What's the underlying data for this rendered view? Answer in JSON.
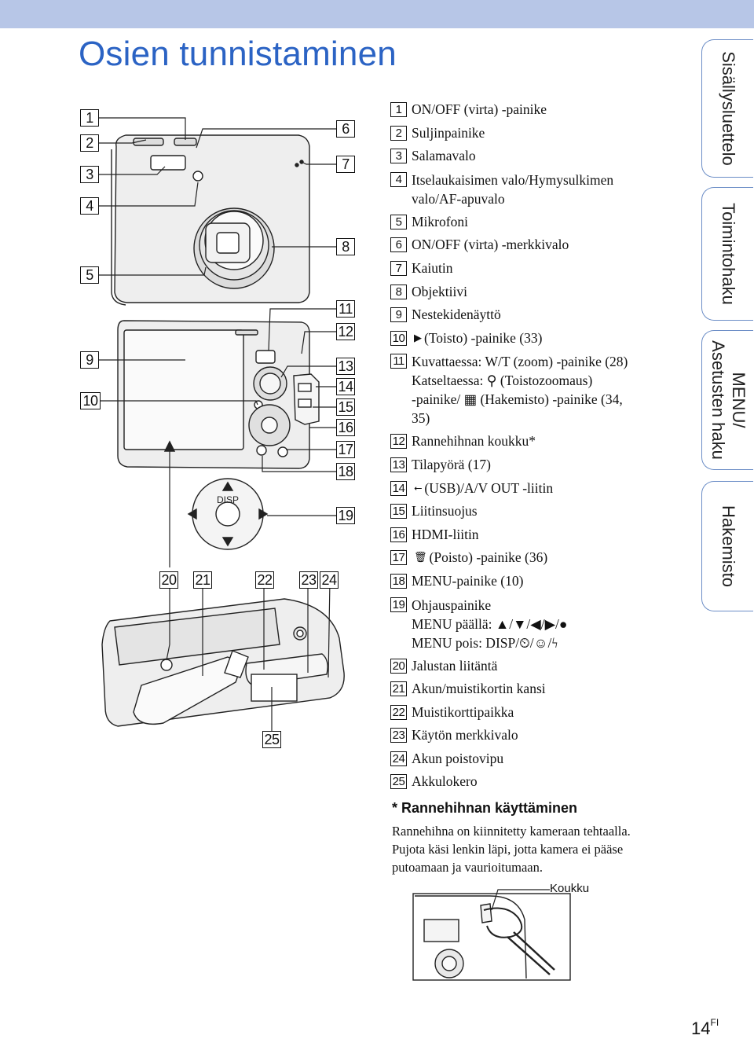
{
  "page": {
    "title": "Osien tunnistaminen",
    "number": "14",
    "lang": "FI"
  },
  "tabs": [
    {
      "label": "Sisällysluettelo"
    },
    {
      "label": "Toimintohaku"
    },
    {
      "label": "MENU/\nAsetusten haku"
    },
    {
      "label": "Hakemisto"
    }
  ],
  "parts": [
    {
      "num": "1",
      "text": "ON/OFF (virta) -painike"
    },
    {
      "num": "2",
      "text": "Suljinpainike"
    },
    {
      "num": "3",
      "text": "Salamavalo"
    },
    {
      "num": "4",
      "text": "Itselaukaisimen valo/Hymysulkimen\nvalo/AF-apuvalo"
    },
    {
      "num": "5",
      "text": "Mikrofoni"
    },
    {
      "num": "6",
      "text": "ON/OFF (virta) -merkkivalo"
    },
    {
      "num": "7",
      "text": "Kaiutin"
    },
    {
      "num": "8",
      "text": "Objektiivi"
    },
    {
      "num": "9",
      "text": "Nestekidenäyttö"
    },
    {
      "num": "10",
      "icon": "play-icon",
      "text": "(Toisto) -painike (33)"
    },
    {
      "num": "11",
      "text": "Kuvattaessa: W/T (zoom) -painike (28)\nKatseltaessa: ⚲ (Toistozoomaus)\n-painike/ ▦ (Hakemisto) -painike (34,\n35)"
    },
    {
      "num": "12",
      "text": "Rannehihnan koukku*"
    },
    {
      "num": "13",
      "text": "Tilapyörä (17)"
    },
    {
      "num": "14",
      "icon": "usb-icon",
      "text": "(USB)/A/V OUT -liitin"
    },
    {
      "num": "15",
      "text": "Liitinsuojus"
    },
    {
      "num": "16",
      "text": "HDMI-liitin"
    },
    {
      "num": "17",
      "icon": "trash-icon",
      "text": "(Poisto) -painike (36)"
    },
    {
      "num": "18",
      "text": "MENU-painike (10)"
    },
    {
      "num": "19",
      "text": "Ohjauspainike\nMENU päällä: ▲/▼/◀/▶/●\nMENU pois: DISP/⏲/☺/ϟ"
    },
    {
      "num": "20",
      "text": "Jalustan liitäntä"
    },
    {
      "num": "21",
      "text": "Akun/muistikortin kansi"
    },
    {
      "num": "22",
      "text": "Muistikorttipaikka"
    },
    {
      "num": "23",
      "text": "Käytön merkkivalo"
    },
    {
      "num": "24",
      "text": "Akun poistovipu"
    },
    {
      "num": "25",
      "text": "Akkulokero"
    }
  ],
  "note": {
    "title": "* Rannehihnan käyttäminen",
    "body": "Rannehihna on kiinnitetty kameraan tehtaalla.\nPujota käsi lenkin läpi, jotta kamera ei pääse\nputoamaan ja vaurioitumaan.",
    "callout": "Koukku"
  },
  "figure": {
    "disp_label": "DISP",
    "labels": [
      "1",
      "2",
      "3",
      "4",
      "5",
      "6",
      "7",
      "8",
      "9",
      "10",
      "11",
      "12",
      "13",
      "14",
      "15",
      "16",
      "17",
      "18",
      "19",
      "20",
      "21",
      "22",
      "23",
      "24",
      "25"
    ]
  }
}
